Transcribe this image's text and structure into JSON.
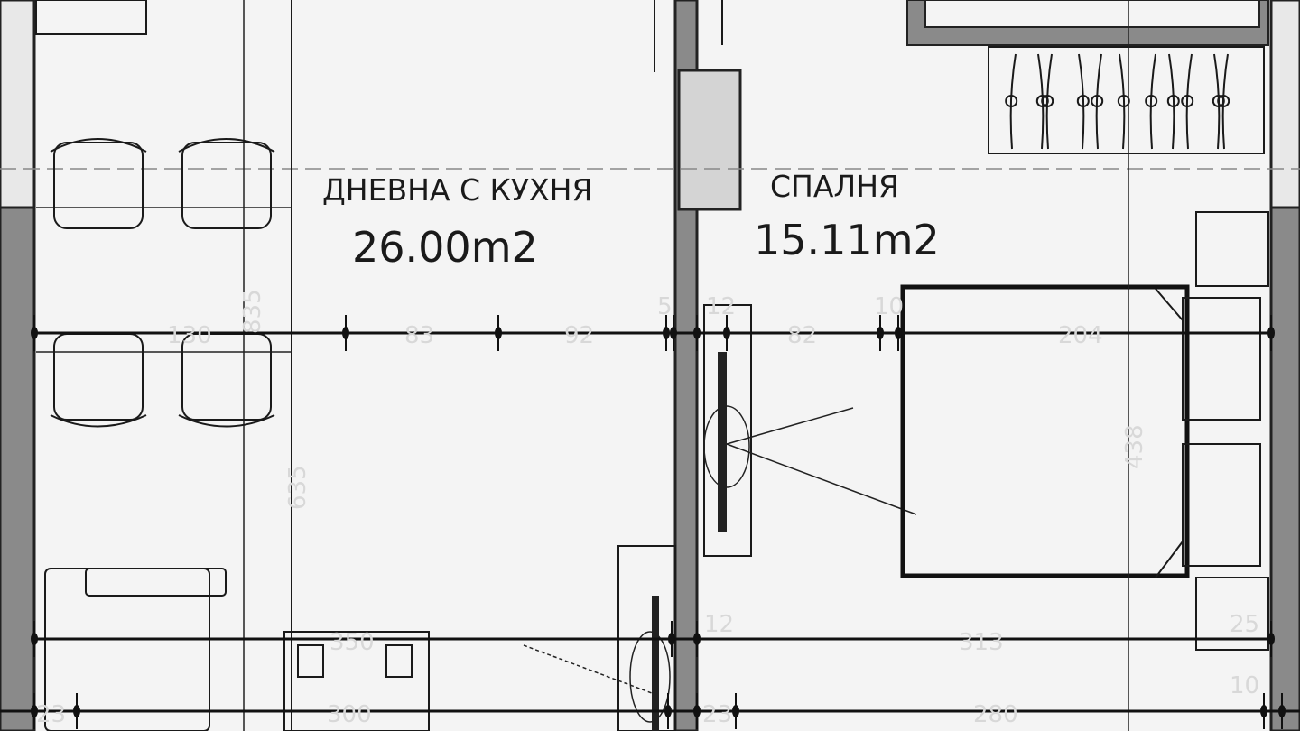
{
  "rooms": [
    {
      "name": "ДНЕВНА С КУХНЯ",
      "area": "26.00m2"
    },
    {
      "name": "СПАЛНЯ",
      "area": "15.11m2"
    }
  ],
  "dimensions": {
    "row1": [
      "130",
      "83",
      "92",
      "5",
      "12",
      "82",
      "10",
      "204"
    ],
    "row2": [
      "350",
      "12",
      "313",
      "25"
    ],
    "row3": [
      "23",
      "300",
      "23",
      "280",
      "10"
    ],
    "vertical": [
      "835",
      "635",
      "438"
    ]
  },
  "colors": {
    "wall": "#8a8a8a",
    "line": "#1a1a1a",
    "background": "#f4f4f4"
  }
}
